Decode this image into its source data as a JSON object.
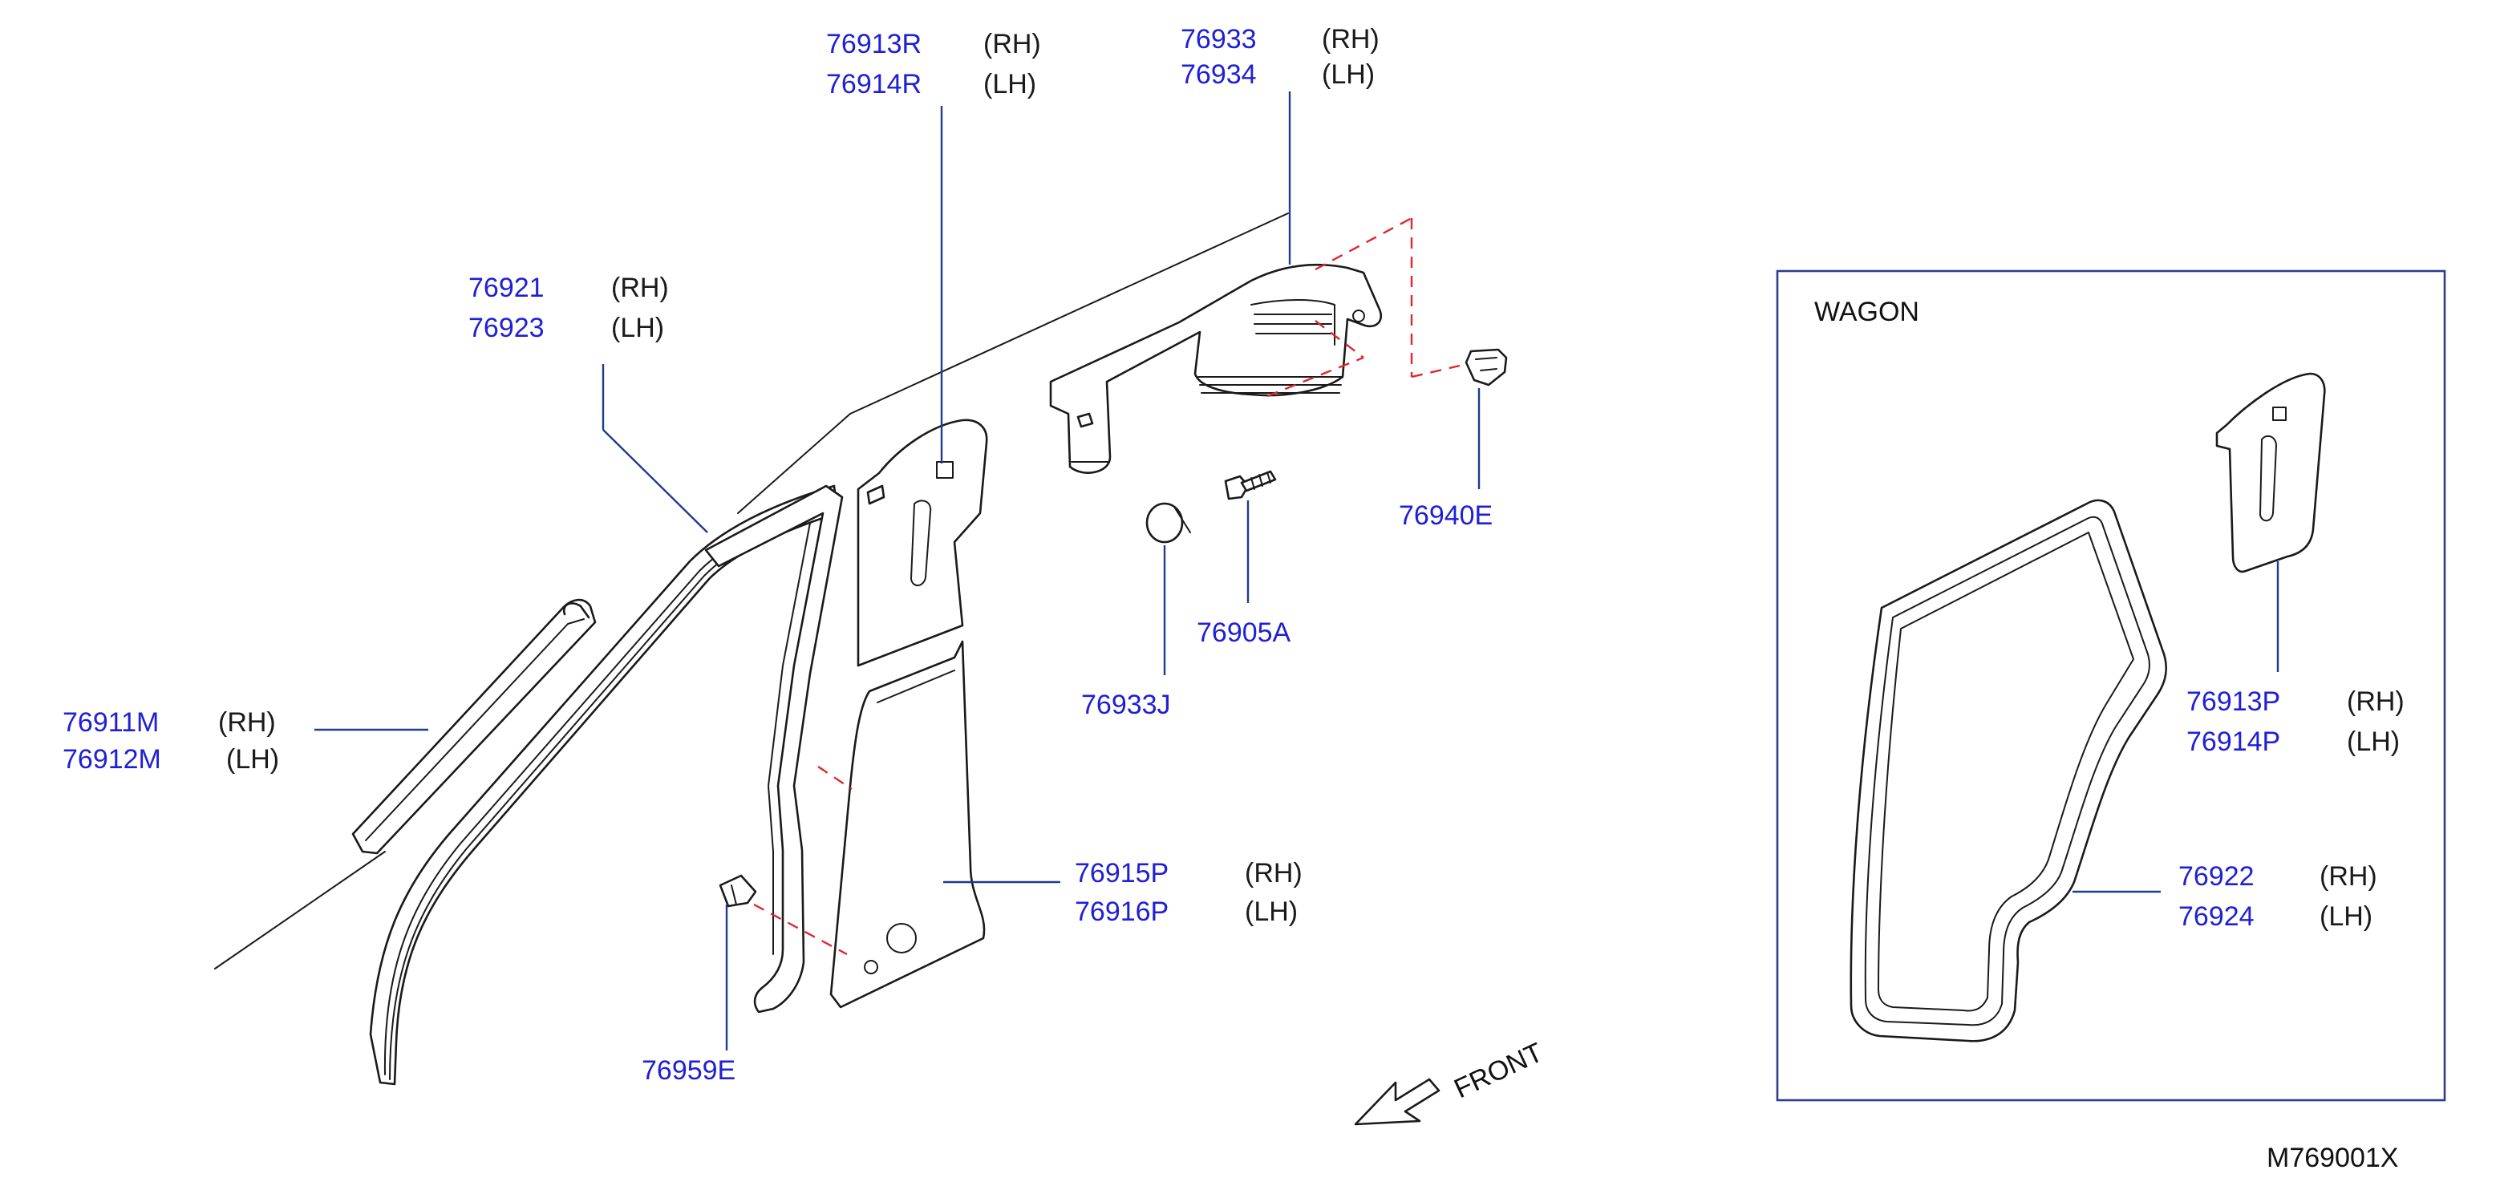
{
  "diagram": {
    "callouts": [
      {
        "id": "c1",
        "lines": [
          {
            "part": "76913R",
            "side": "(RH)"
          },
          {
            "part": "76914R",
            "side": "(LH)"
          }
        ]
      },
      {
        "id": "c2",
        "lines": [
          {
            "part": "76933",
            "side": "(RH)"
          },
          {
            "part": "76934",
            "side": "(LH)"
          }
        ]
      },
      {
        "id": "c3",
        "lines": [
          {
            "part": "76921",
            "side": "(RH)"
          },
          {
            "part": "76923",
            "side": "(LH)"
          }
        ]
      },
      {
        "id": "c4",
        "lines": [
          {
            "part": "76940E",
            "side": ""
          }
        ]
      },
      {
        "id": "c5",
        "lines": [
          {
            "part": "76905A",
            "side": ""
          }
        ]
      },
      {
        "id": "c6",
        "lines": [
          {
            "part": "76933J",
            "side": ""
          }
        ]
      },
      {
        "id": "c7",
        "lines": [
          {
            "part": "76911M",
            "side": "(RH)"
          },
          {
            "part": "76912M",
            "side": "(LH)"
          }
        ]
      },
      {
        "id": "c8",
        "lines": [
          {
            "part": "76915P",
            "side": "(RH)"
          },
          {
            "part": "76916P",
            "side": "(LH)"
          }
        ]
      },
      {
        "id": "c9",
        "lines": [
          {
            "part": "76959E",
            "side": ""
          }
        ]
      },
      {
        "id": "c10",
        "lines": [
          {
            "part": "76913P",
            "side": "(RH)"
          },
          {
            "part": "76914P",
            "side": "(LH)"
          }
        ]
      },
      {
        "id": "c11",
        "lines": [
          {
            "part": "76922",
            "side": "(RH)"
          },
          {
            "part": "76924",
            "side": "(LH)"
          }
        ]
      }
    ],
    "inset_label": "WAGON",
    "front_label": "FRONT",
    "drawing_code": "M769001X",
    "colors": {
      "part_number": "#1f1fd6",
      "leader": "#1f3a8f",
      "dashed_guide": "#e0262a",
      "outline": "#1a1a1a"
    }
  }
}
